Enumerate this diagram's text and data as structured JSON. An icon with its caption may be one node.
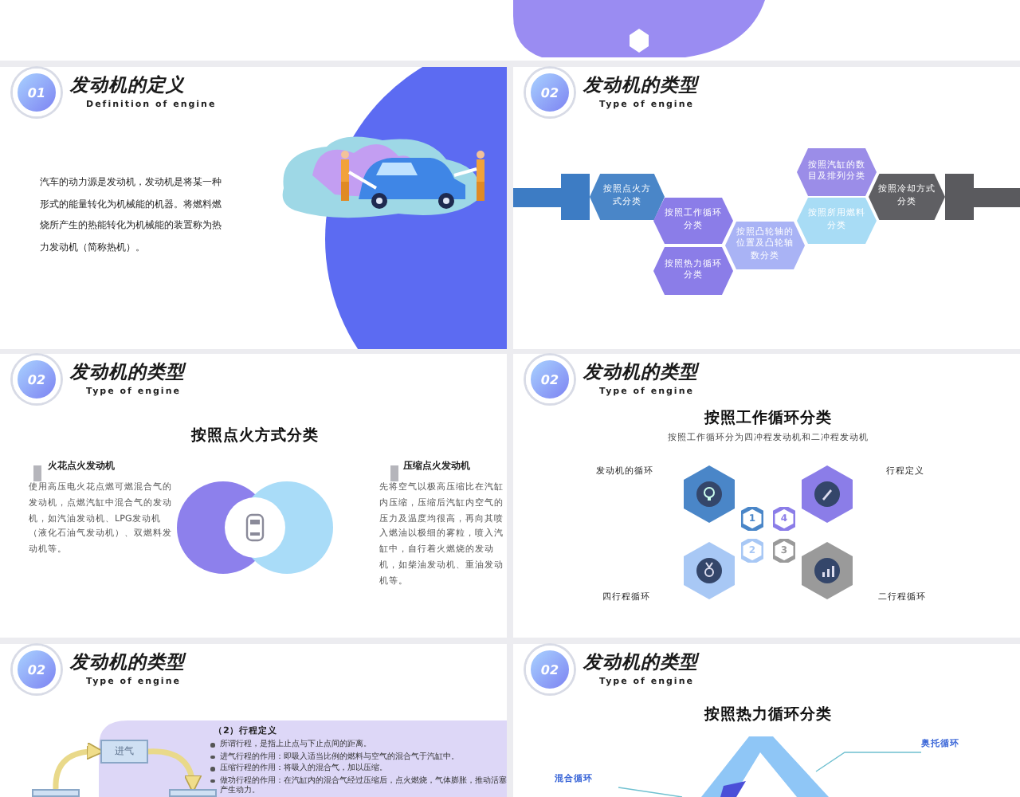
{
  "diagram": {
    "nodes": [
      {
        "text": [
          "01"
        ],
        "beside": [
          "发动机的定义",
          "Definition of engine"
        ]
      },
      {
        "text": [
          "02"
        ],
        "beside": [
          "发动机的类型",
          "Type of engine"
        ]
      },
      {
        "text": [
          "按照点火方式分类"
        ]
      },
      {
        "text": [
          "按照工作循环分类"
        ]
      },
      {
        "text": [
          "按照热力循环分类"
        ]
      },
      {
        "text": [
          "按照凸轮轴的位置及凸轮轴数分类"
        ]
      },
      {
        "text": [
          "按照汽缸的数目及排列分类"
        ]
      },
      {
        "text": [
          "按照所用燃料分类"
        ]
      },
      {
        "text": [
          "按照冷却方式分类"
        ]
      },
      {
        "text": [
          "02"
        ],
        "beside": [
          "发动机的类型",
          "Type of engine"
        ]
      },
      {
        "text": [
          "02"
        ],
        "beside": [
          "发动机的类型",
          "Type of engine"
        ]
      },
      {
        "text": [
          "1"
        ]
      },
      {
        "text": [
          "4"
        ]
      },
      {
        "text": [
          "2"
        ]
      },
      {
        "text": [
          "3"
        ]
      },
      {
        "text": [],
        "shape": "hexagon",
        "beside": [
          "发动机的循环"
        ]
      },
      {
        "text": [],
        "shape": "hexagon",
        "beside": [
          "行程定义"
        ]
      },
      {
        "text": [],
        "shape": "hexagon",
        "beside": [
          "四行程循环"
        ]
      },
      {
        "text": [],
        "shape": "hexagon",
        "beside": [
          "二行程循环"
        ]
      },
      {
        "text": [
          "02"
        ],
        "beside": [
          "发动机的类型",
          "Type of engine"
        ]
      },
      {
        "text": [
          "进气"
        ]
      },
      {
        "text": [],
        "shape": "box"
      },
      {
        "text": [],
        "shape": "box"
      },
      {
        "text": [
          "02"
        ],
        "beside": [
          "发动机的类型",
          "Type of engine"
        ]
      },
      {
        "text": [
          "奥托循环"
        ]
      },
      {
        "text": [
          "混合循环"
        ]
      }
    ],
    "edges": [
      {
        "from": 21,
        "to": 20,
        "arrow": "to",
        "style": "thick",
        "color": "#e9d98a"
      },
      {
        "from": 20,
        "to": 22,
        "arrow": "to",
        "style": "thick",
        "color": "#e9d98a"
      },
      {
        "from": 24,
        "to": null,
        "arrow": "none",
        "color": "#6fc0d0"
      },
      {
        "from": 25,
        "to": null,
        "arrow": "none",
        "color": "#6fc0d0"
      }
    ],
    "labels": [
      "汽车的动力源是发动机，发动机是将某一种形式的能量转化为机械能的机器。将燃料燃烧所产生的热能转化为机械能的装置称为热力发动机（简称热机）。",
      "按照点火方式分类",
      "火花点火发动机",
      "使用高压电火花点燃可燃混合气的发动机，点燃汽缸中混合气的发动机，如汽油发动机、LPG发动机（液化石油气发动机）、双燃料发动机等。",
      "压缩点火发动机",
      "先将空气以极高压缩比在汽缸内压缩，压缩后汽缸内空气的压力及温度均很高，再向其喷入燃油以极细的雾粒，喷入汽缸中，自行着火燃烧的发动机，如柴油发动机、重油发动机等。",
      "按照工作循环分类",
      "按照工作循环分为四冲程发动机和二冲程发动机",
      "（2）行程定义",
      "所谓行程，是指上止点与下止点间的距离。",
      "进气行程的作用：即吸入适当比例的燃料与空气的混合气于汽缸中。",
      "压缩行程的作用：将吸入的混合气，加以压缩。",
      "做功行程的作用：在汽缸内的混合气经过压缩后，点火燃烧，气体膨胀，推动活塞产生动力。",
      "按照热力循环分类"
    ]
  }
}
